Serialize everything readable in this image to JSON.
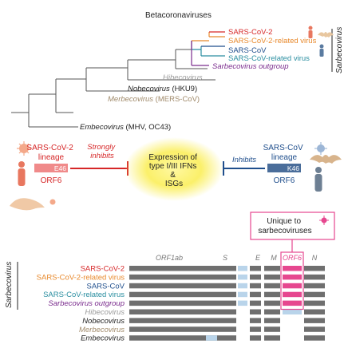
{
  "tree": {
    "title": "Betacoronaviruses",
    "clade_label": "Sarbecovirus",
    "leaves": [
      {
        "id": "sc2",
        "label": "SARS-CoV-2",
        "color": "#d62728",
        "italic": false
      },
      {
        "id": "sc2r",
        "label": "SARS-CoV-2-related virus",
        "color": "#e8892c",
        "italic": false
      },
      {
        "id": "sc",
        "label": "SARS-CoV",
        "color": "#1f4e8c",
        "italic": false
      },
      {
        "id": "scr",
        "label": "SARS-CoV-related virus",
        "color": "#2a8ea0",
        "italic": false
      },
      {
        "id": "so",
        "label": "Sarbecovirus outgroup",
        "color": "#7b2d8e",
        "italic": true
      },
      {
        "id": "hib",
        "label": "Hibecovirus",
        "color": "#9a9a9a",
        "italic": true
      },
      {
        "id": "nob",
        "prefix": "Nobecovirus",
        "suffix": " (HKU9)",
        "color": "#222222"
      },
      {
        "id": "merb",
        "prefix": "Merbecovirus",
        "suffix": " (MERS-CoV)",
        "color": "#a08a6a"
      },
      {
        "id": "emb",
        "prefix": "Embecovirus",
        "suffix": " (MHV, OC43)",
        "color": "#222222"
      }
    ]
  },
  "mechanism": {
    "left_title_line1": "SARS-CoV-2",
    "left_title_line2": "lineage",
    "left_residue": "E46",
    "left_protein": "ORF6",
    "left_arrow_line1": "Strongly",
    "left_arrow_line2": "inhibits",
    "center_line1": "Expression of",
    "center_line2": "type I/III IFNs",
    "center_line3": "&",
    "center_line4": "ISGs",
    "right_title_line1": "SARS-CoV",
    "right_title_line2": "lineage",
    "right_residue": "K46",
    "right_protein": "ORF6",
    "right_arrow_label": "Inhibits",
    "left_color": "#d62728",
    "right_color": "#1f4e8c"
  },
  "genome": {
    "callout_line1": "Unique to",
    "callout_line2": "sarbecoviruses",
    "clade_label": "Sarbecovirus",
    "columns": [
      "ORF1ab",
      "S",
      "E",
      "M",
      "ORF6",
      "N"
    ],
    "highlight_column": "ORF6",
    "highlight_color": "#e6478f",
    "rows": [
      {
        "label": "SARS-CoV-2",
        "color": "#d62728",
        "italic": false,
        "orf6": true,
        "light_col": "before_E"
      },
      {
        "label": "SARS-CoV-2-related virus",
        "color": "#e8892c",
        "italic": false,
        "orf6": true,
        "light_col": "before_E"
      },
      {
        "label": "SARS-CoV",
        "color": "#1f4e8c",
        "italic": false,
        "orf6": true,
        "light_col": "before_E"
      },
      {
        "label": "SARS-CoV-related virus",
        "color": "#2a8ea0",
        "italic": false,
        "orf6": true,
        "light_col": "before_E"
      },
      {
        "label": "Sarbecovirus outgroup",
        "color": "#7b2d8e",
        "italic": true,
        "orf6": true,
        "light_col": "before_E"
      },
      {
        "label": "Hibecovirus",
        "color": "#9a9a9a",
        "italic": true,
        "orf6": false,
        "light_col": "orf6"
      },
      {
        "label": "Nobecovirus",
        "color": "#222222",
        "italic": true,
        "orf6": false,
        "light_col": "none"
      },
      {
        "label": "Merbecovirus",
        "color": "#a08a6a",
        "italic": true,
        "orf6": false,
        "light_col": "none"
      },
      {
        "label": "Embecovirus",
        "color": "#222222",
        "italic": true,
        "orf6": false,
        "light_col": "S_end"
      }
    ]
  }
}
